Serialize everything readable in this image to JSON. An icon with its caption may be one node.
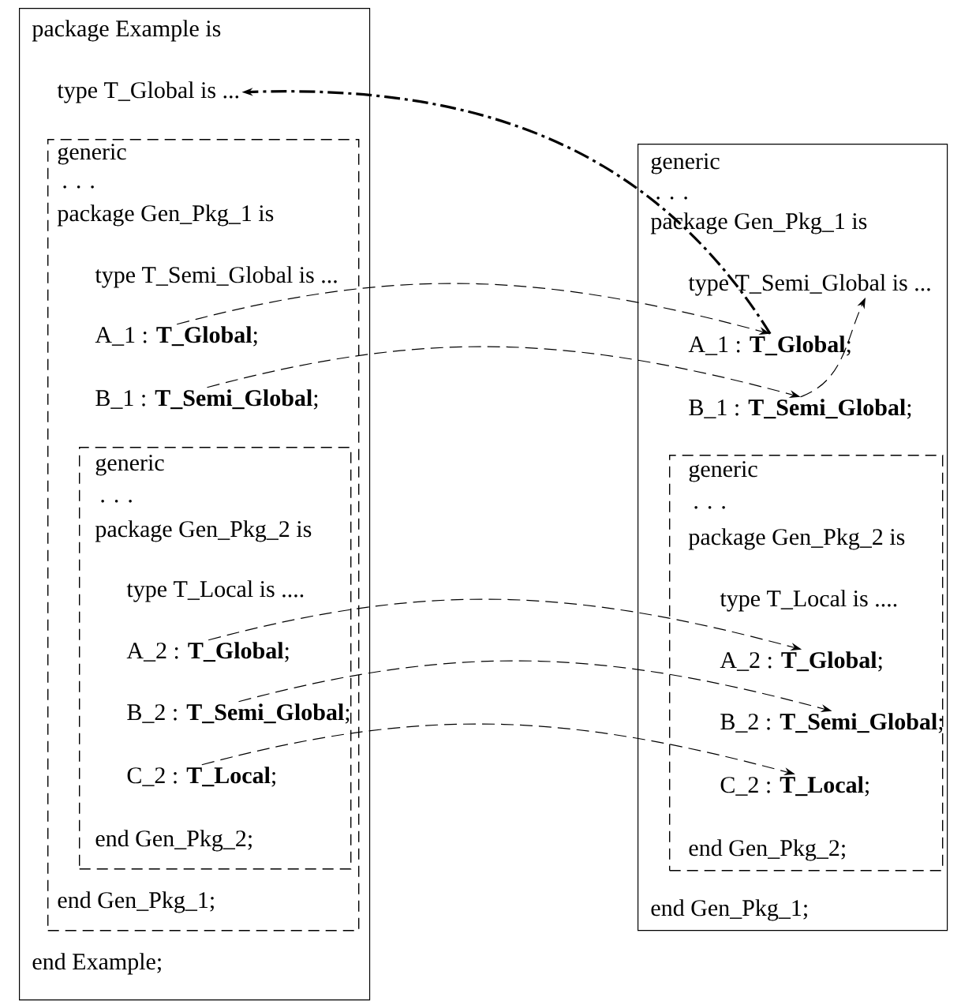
{
  "diagram": {
    "nodes": [
      {
        "text": [],
        "shape": "box"
      },
      {
        "text": [
          "package Example is"
        ],
        "in": 0
      },
      {
        "text": [
          "type T_Global is ..."
        ],
        "in": 0
      },
      {
        "text": [],
        "shape": "box",
        "in": 0
      },
      {
        "text": [
          "generic"
        ],
        "in": 3
      },
      {
        "text": [
          ". . ."
        ],
        "in": 3
      },
      {
        "text": [
          "package Gen_Pkg_1 is"
        ],
        "in": 3
      },
      {
        "text": [
          "type T_Semi_Global is ..."
        ],
        "in": 3
      },
      {
        "text": [
          "A_1 : **T_Global**;"
        ],
        "in": 3
      },
      {
        "text": [
          "B_1 : **T_Semi_Global**;"
        ],
        "in": 3
      },
      {
        "text": [],
        "shape": "box",
        "in": 3
      },
      {
        "text": [
          "generic"
        ],
        "in": 10
      },
      {
        "text": [
          ". . ."
        ],
        "in": 10
      },
      {
        "text": [
          "package Gen_Pkg_2 is"
        ],
        "in": 10
      },
      {
        "text": [
          "type T_Local is ...."
        ],
        "in": 10
      },
      {
        "text": [
          "A_2 : **T_Global**;"
        ],
        "in": 10
      },
      {
        "text": [
          "B_2 : **T_Semi_Global**;"
        ],
        "in": 10
      },
      {
        "text": [
          "C_2 : **T_Local**;"
        ],
        "in": 10
      },
      {
        "text": [
          "end Gen_Pkg_2;"
        ],
        "in": 10
      },
      {
        "text": [
          "end Gen_Pkg_1;"
        ],
        "in": 3
      },
      {
        "text": [
          "end Example;"
        ],
        "in": 0
      },
      {
        "text": [],
        "shape": "box"
      },
      {
        "text": [
          "generic"
        ],
        "in": 21
      },
      {
        "text": [
          ". . ."
        ],
        "in": 21
      },
      {
        "text": [
          "package Gen_Pkg_1 is"
        ],
        "in": 21
      },
      {
        "text": [
          "type T_Semi_Global is ..."
        ],
        "in": 21
      },
      {
        "text": [
          "A_1 : **T_Global**;"
        ],
        "in": 21
      },
      {
        "text": [
          "B_1 : **T_Semi_Global**;"
        ],
        "in": 21
      },
      {
        "text": [],
        "shape": "box",
        "in": 21
      },
      {
        "text": [
          "generic"
        ],
        "in": 28
      },
      {
        "text": [
          ". . ."
        ],
        "in": 28
      },
      {
        "text": [
          "package Gen_Pkg_2 is"
        ],
        "in": 28
      },
      {
        "text": [
          "type T_Local is ...."
        ],
        "in": 28
      },
      {
        "text": [
          "A_2 : **T_Global**;"
        ],
        "in": 28
      },
      {
        "text": [
          "B_2 : **T_Semi_Global**;"
        ],
        "in": 28
      },
      {
        "text": [
          "C_2 : **T_Local**;"
        ],
        "in": 28
      },
      {
        "text": [
          "end Gen_Pkg_2;"
        ],
        "in": 28
      },
      {
        "text": [
          "end Gen_Pkg_1;"
        ],
        "in": 21
      }
    ],
    "edges": [
      {
        "from": 26,
        "to": 2,
        "arrow": "to",
        "style": "dashed"
      },
      {
        "from": 8,
        "to": 26,
        "arrow": "to",
        "style": "dashed"
      },
      {
        "from": 9,
        "to": 27,
        "arrow": "to",
        "style": "dashed"
      },
      {
        "from": 27,
        "to": 25,
        "arrow": "to",
        "style": "dashed"
      },
      {
        "from": 15,
        "to": 33,
        "arrow": "to",
        "style": "dashed"
      },
      {
        "from": 16,
        "to": 34,
        "arrow": "to",
        "style": "dashed"
      },
      {
        "from": 17,
        "to": 35,
        "arrow": "to",
        "style": "dashed"
      }
    ]
  }
}
